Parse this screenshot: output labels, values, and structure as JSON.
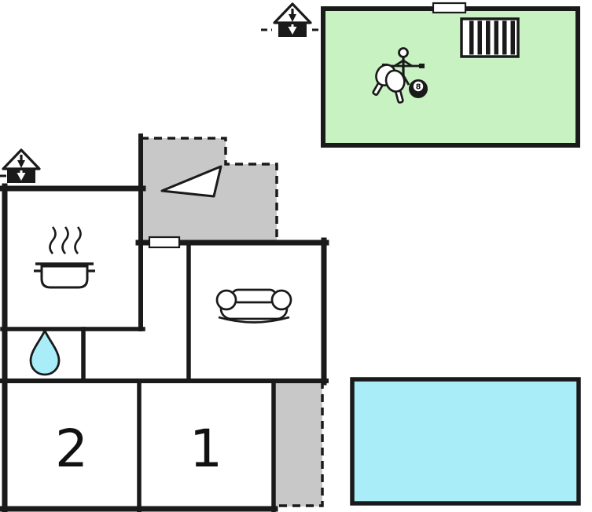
{
  "colors": {
    "background": "#ffffff",
    "wall": "#1a1a1a",
    "games_room_fill": "#c8f2c2",
    "terrace_fill": "#c8c8c8",
    "pool_fill": "#a8edf8",
    "water_drop_fill": "#a8edf8",
    "ball_fill": "#111111"
  },
  "labels": {
    "bedroom_2": "2",
    "bedroom_1": "1",
    "eight_ball": "8"
  },
  "icons": {
    "entrance": "entrance-icon",
    "fence": "fence-icon",
    "foosball_player": "foosball-player-icon",
    "table_tennis": "table-tennis-paddles-icon",
    "eight_ball": "eight-ball-icon",
    "cooking_pot": "cooking-pot-icon",
    "steam": "steam-icon",
    "water_drop": "water-drop-icon",
    "sofa": "sofa-icon",
    "triangle_pointer": "triangle-pointer-icon"
  }
}
